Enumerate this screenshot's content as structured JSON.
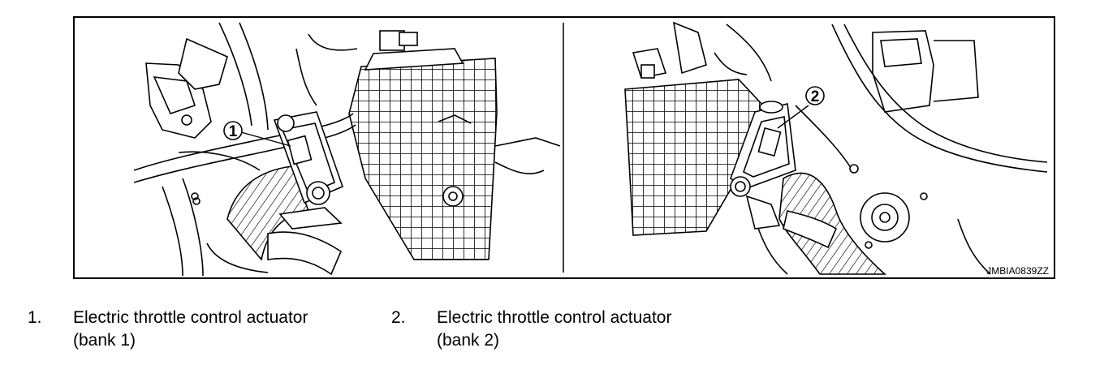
{
  "figure": {
    "id_code": "JMBIA0839ZZ",
    "callouts": [
      "1",
      "2"
    ]
  },
  "legend": [
    {
      "number": "1.",
      "line1": "Electric throttle control actuator",
      "line2": "(bank 1)"
    },
    {
      "number": "2.",
      "line1": "Electric throttle control actuator",
      "line2": "(bank 2)"
    }
  ]
}
